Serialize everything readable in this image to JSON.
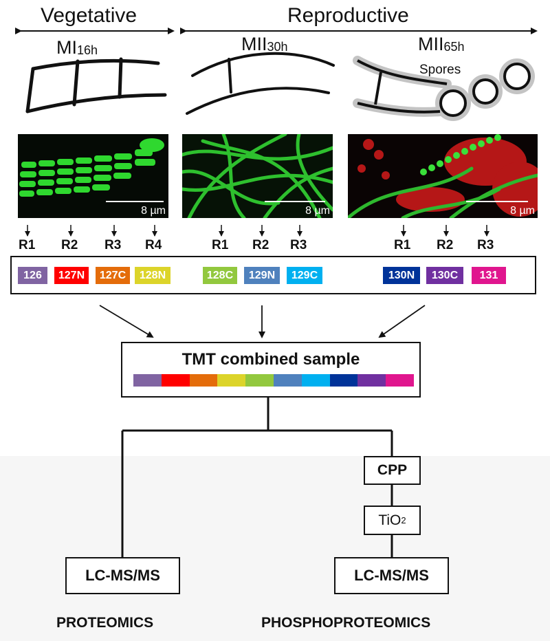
{
  "stages": {
    "vegetative": "Vegetative",
    "reproductive": "Reproductive"
  },
  "phases": [
    {
      "main": "MI",
      "sub": "16h"
    },
    {
      "main": "MII",
      "sub": "30h"
    },
    {
      "main": "MII",
      "sub": "65h"
    }
  ],
  "spores_label": "Spores",
  "scale_bar": "8 µm",
  "replicates": {
    "mi16": [
      "R1",
      "R2",
      "R3",
      "R4"
    ],
    "mii30": [
      "R1",
      "R2",
      "R3"
    ],
    "mii65": [
      "R1",
      "R2",
      "R3"
    ]
  },
  "tmt_tags": [
    {
      "label": "126",
      "color": "#8064a2"
    },
    {
      "label": "127N",
      "color": "#ff0000"
    },
    {
      "label": "127C",
      "color": "#e46c0a"
    },
    {
      "label": "128N",
      "color": "#dcd42a"
    },
    {
      "label": "128C",
      "color": "#92c83e"
    },
    {
      "label": "129N",
      "color": "#4f81bd"
    },
    {
      "label": "129C",
      "color": "#00b0f0"
    },
    {
      "label": "130N",
      "color": "#003399"
    },
    {
      "label": "130C",
      "color": "#7030a0"
    },
    {
      "label": "131",
      "color": "#e0168e"
    }
  ],
  "combined_label": "TMT combined sample",
  "cpp_label": "CPP",
  "tio2": {
    "main": "TiO",
    "sub": "2"
  },
  "lcms_label": "LC-MS/MS",
  "proteomics_label": "PROTEOMICS",
  "phosphoproteomics_label": "PHOSPHOPROTEOMICS"
}
